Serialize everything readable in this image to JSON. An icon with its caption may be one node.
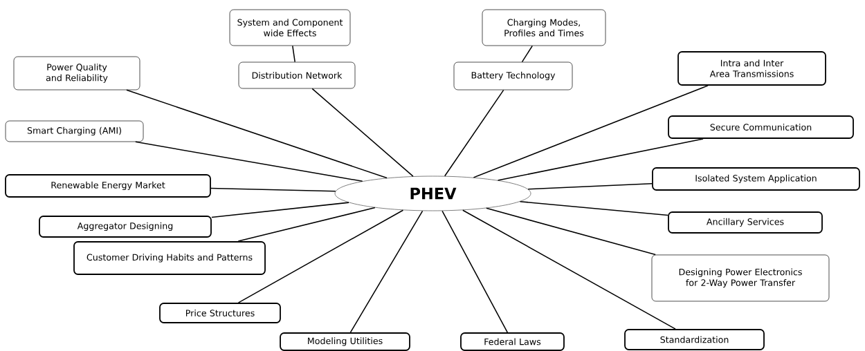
{
  "diagram": {
    "nodes": [
      {
        "text": [
          "PHEV"
        ]
      },
      {
        "text": [
          "System and Component wide Effects"
        ]
      },
      {
        "text": [
          "Charging Modes, Profiles and Times"
        ]
      },
      {
        "text": [
          "Power Quality and Reliability"
        ]
      },
      {
        "text": [
          "Distribution Network"
        ]
      },
      {
        "text": [
          "Battery Technology"
        ]
      },
      {
        "text": [
          "Intra and Inter Area Transmissions"
        ]
      },
      {
        "text": [
          "Smart Charging (AMI)"
        ]
      },
      {
        "text": [
          "Secure Communication"
        ]
      },
      {
        "text": [
          "Renewable Energy Market"
        ]
      },
      {
        "text": [
          "Isolated System Application"
        ]
      },
      {
        "text": [
          "Aggregator Designing"
        ]
      },
      {
        "text": [
          "Ancillary Services"
        ]
      },
      {
        "text": [
          "Customer Driving Habits and Patterns"
        ]
      },
      {
        "text": [
          "Designing Power Electronics for 2-Way Power Transfer"
        ]
      },
      {
        "text": [
          "Price Structures"
        ]
      },
      {
        "text": [
          "Modeling Utilities"
        ]
      },
      {
        "text": [
          "Federal Laws"
        ]
      },
      {
        "text": [
          "Standardization"
        ]
      }
    ],
    "edges": [
      {
        "from": 1,
        "to": 4,
        "arrow": "none"
      },
      {
        "from": 2,
        "to": 5,
        "arrow": "none"
      },
      {
        "from": 0,
        "to": 4,
        "arrow": "none"
      },
      {
        "from": 0,
        "to": 5,
        "arrow": "none"
      },
      {
        "from": 0,
        "to": 3,
        "arrow": "none"
      },
      {
        "from": 0,
        "to": 6,
        "arrow": "none"
      },
      {
        "from": 0,
        "to": 7,
        "arrow": "none"
      },
      {
        "from": 0,
        "to": 8,
        "arrow": "none"
      },
      {
        "from": 0,
        "to": 9,
        "arrow": "none"
      },
      {
        "from": 0,
        "to": 10,
        "arrow": "none"
      },
      {
        "from": 0,
        "to": 11,
        "arrow": "none"
      },
      {
        "from": 0,
        "to": 12,
        "arrow": "none"
      },
      {
        "from": 0,
        "to": 13,
        "arrow": "none"
      },
      {
        "from": 0,
        "to": 14,
        "arrow": "none"
      },
      {
        "from": 0,
        "to": 15,
        "arrow": "none"
      },
      {
        "from": 0,
        "to": 16,
        "arrow": "none"
      },
      {
        "from": 0,
        "to": 17,
        "arrow": "none"
      },
      {
        "from": 0,
        "to": 18,
        "arrow": "none"
      }
    ]
  }
}
